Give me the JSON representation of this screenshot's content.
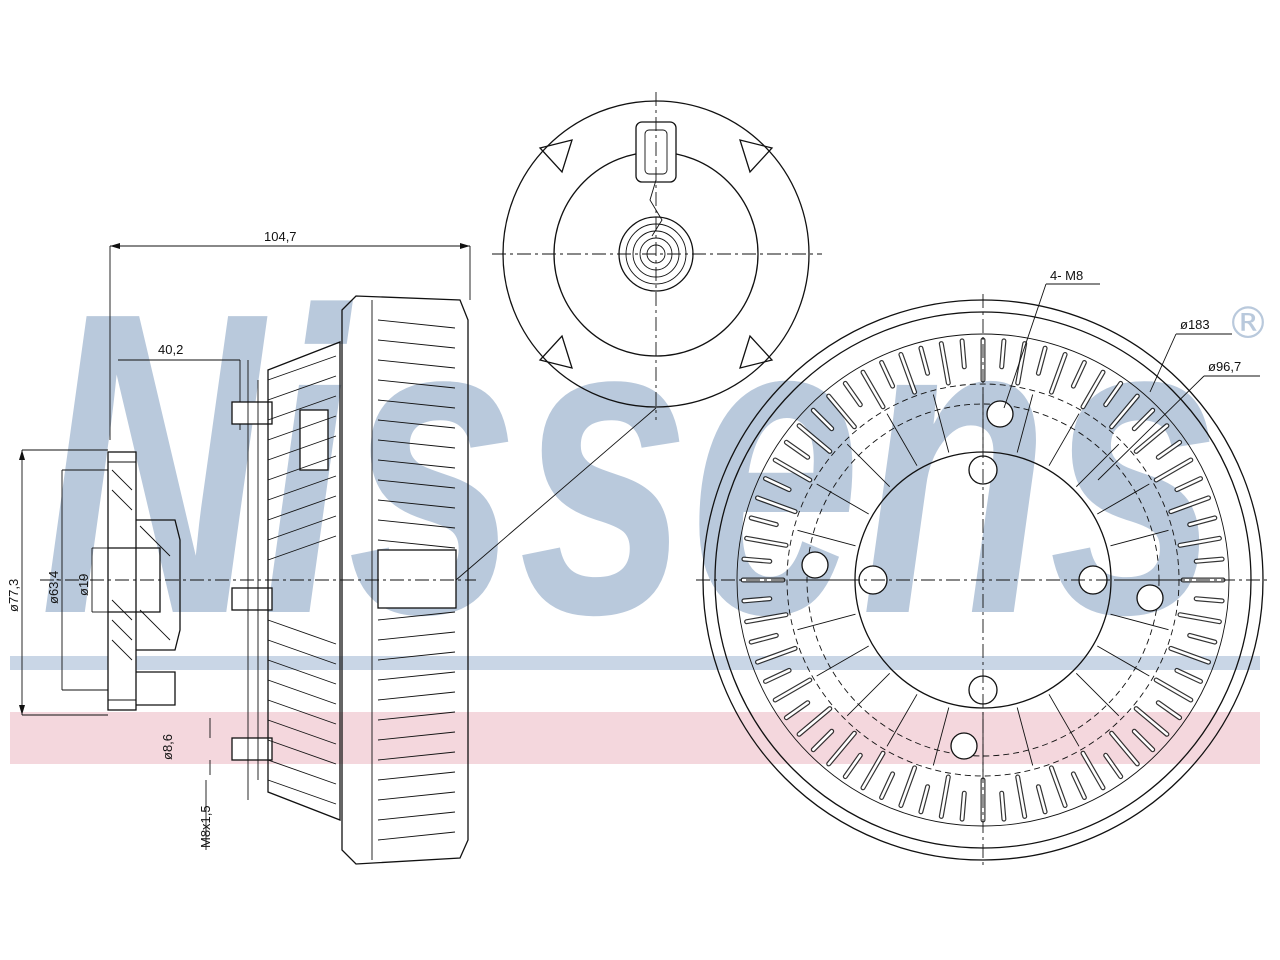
{
  "watermark": {
    "brand": "Nissens",
    "registered_mark": "®",
    "colors": {
      "text": "#b9c9dc",
      "band_blue": "#c9d6e6",
      "band_red": "#f4d7dd"
    }
  },
  "side_view": {
    "dim_overall_length": "104,7",
    "dim_hub_offset": "40,2",
    "dim_flange_dia": "ø77,3",
    "dim_pilot_dia": "ø63,4",
    "dim_bore_dia": "ø19",
    "dim_stud_dia": "ø8,6",
    "dim_thread": "M8x1,5"
  },
  "front_view": {
    "dim_outer_dia": "ø183",
    "dim_bolt_circle_dia": "ø96,7",
    "dim_bolt_holes": "4- M8"
  }
}
